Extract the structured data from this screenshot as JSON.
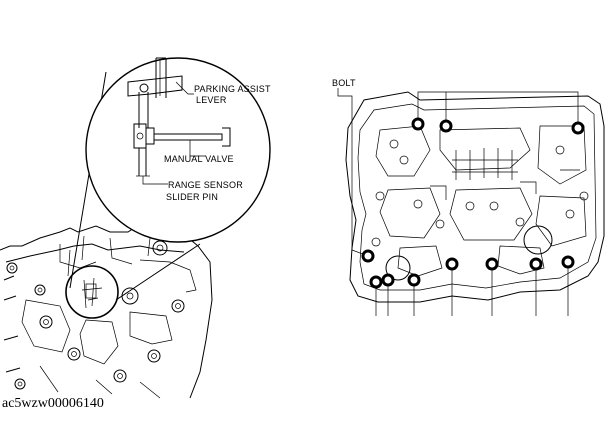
{
  "figure": {
    "labels": {
      "parking_assist_lever_1": "PARKING ASSIST",
      "parking_assist_lever_2": "LEVER",
      "manual_valve": "MANUAL VALVE",
      "range_sensor_1": "RANGE SENSOR",
      "range_sensor_2": "SLIDER PIN",
      "bolt": "BOLT"
    },
    "caption": "ac5wzw00006140"
  }
}
